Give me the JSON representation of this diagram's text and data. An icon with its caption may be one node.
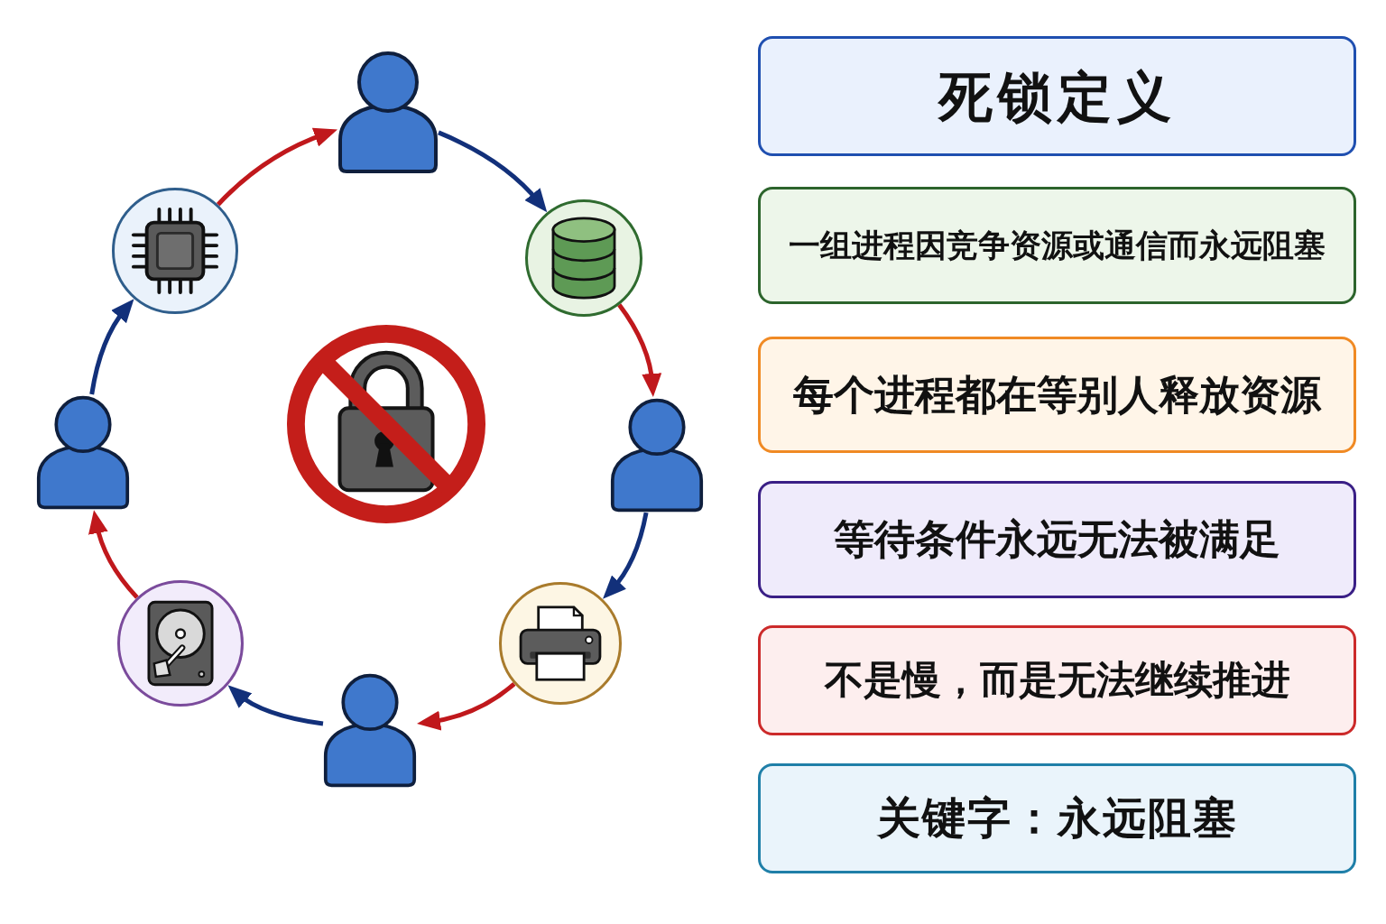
{
  "diagram": {
    "nodes": [
      {
        "text": [],
        "shape": "person"
      },
      {
        "text": [],
        "shape": "circle"
      },
      {
        "text": [],
        "shape": "circle"
      },
      {
        "text": [],
        "shape": "person"
      },
      {
        "text": [],
        "shape": "person"
      },
      {
        "text": [],
        "shape": "circle"
      },
      {
        "text": [],
        "shape": "circle"
      },
      {
        "text": [],
        "shape": "person"
      },
      {
        "text": [
          "死锁定义"
        ]
      },
      {
        "text": [
          "一组进程因竞争资源或通信而永远阻塞"
        ]
      },
      {
        "text": [
          "每个进程都在等别人释放资源"
        ]
      },
      {
        "text": [
          "等待条件永远无法被满足"
        ]
      },
      {
        "text": [
          "不是慢，而是无法继续推进"
        ]
      },
      {
        "text": [
          "关键字：永远阻塞"
        ]
      }
    ],
    "edges": [
      {
        "from": 0,
        "to": 2,
        "arrow": "to",
        "color": "#12307a"
      },
      {
        "from": 2,
        "to": 4,
        "arrow": "to",
        "color": "#c0181c"
      },
      {
        "from": 4,
        "to": 6,
        "arrow": "to",
        "color": "#12307a"
      },
      {
        "from": 6,
        "to": 7,
        "arrow": "to",
        "color": "#c0181c"
      },
      {
        "from": 7,
        "to": 5,
        "arrow": "to",
        "color": "#12307a"
      },
      {
        "from": 5,
        "to": 3,
        "arrow": "to",
        "color": "#c0181c"
      },
      {
        "from": 3,
        "to": 1,
        "arrow": "to",
        "color": "#12307a"
      },
      {
        "from": 1,
        "to": 0,
        "arrow": "to",
        "color": "#c0181c"
      }
    ]
  }
}
